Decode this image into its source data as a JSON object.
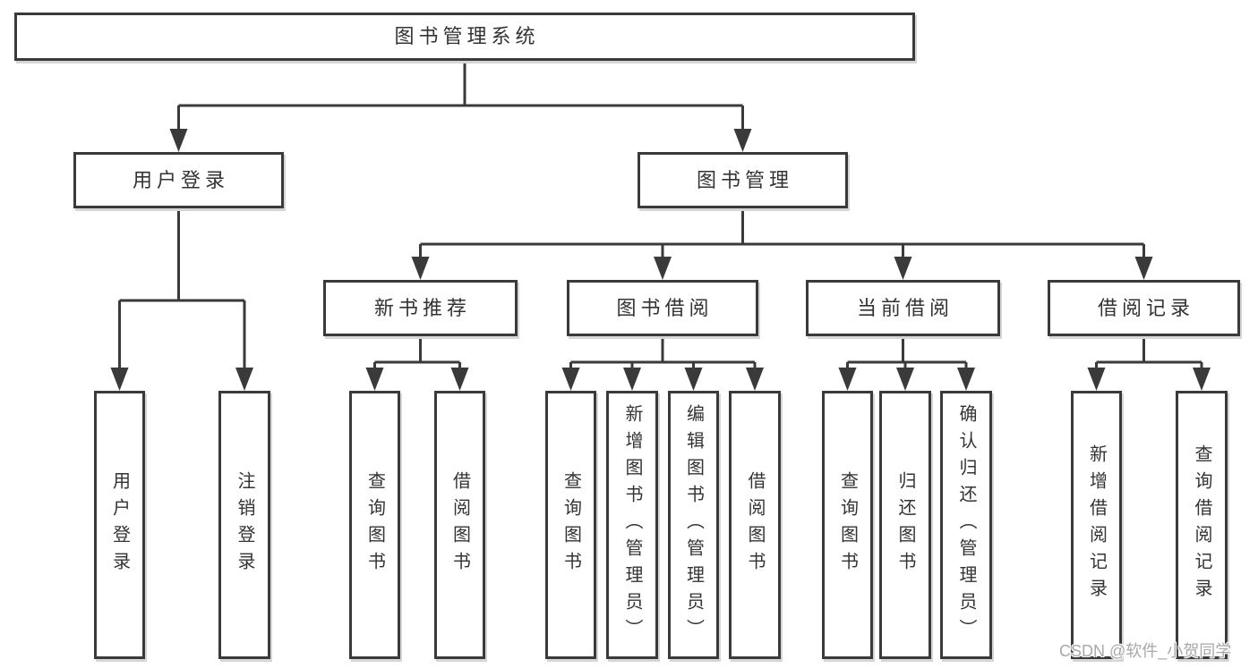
{
  "diagram_title": "图书管理系统",
  "nodes": {
    "root": {
      "label": "图书管理系统"
    },
    "user_login": {
      "label": "用户登录"
    },
    "book_mgmt": {
      "label": "图书管理"
    },
    "new_book_rec": {
      "label": "新书推荐"
    },
    "book_borrow": {
      "label": "图书借阅"
    },
    "current_borrow": {
      "label": "当前借阅"
    },
    "borrow_record": {
      "label": "借阅记录"
    },
    "leaf_user_login": {
      "label": "用户登录"
    },
    "leaf_logout": {
      "label": "注销登录"
    },
    "leaf_nbr_query": {
      "label": "查询图书"
    },
    "leaf_nbr_borrow": {
      "label": "借阅图书"
    },
    "leaf_bb_query": {
      "label": "查询图书"
    },
    "leaf_bb_add": {
      "label": "新增图书（管理员）"
    },
    "leaf_bb_edit": {
      "label": "编辑图书（管理员）"
    },
    "leaf_bb_borrow": {
      "label": "借阅图书"
    },
    "leaf_cb_query": {
      "label": "查询图书"
    },
    "leaf_cb_return": {
      "label": "归还图书"
    },
    "leaf_cb_confirm": {
      "label": "确认归还（管理员）"
    },
    "leaf_br_add": {
      "label": "新增借阅记录"
    },
    "leaf_br_query": {
      "label": "查询借阅记录"
    }
  },
  "hierarchy": {
    "root": "图书管理系统",
    "children": {
      "用户登录": [
        "用户登录",
        "注销登录"
      ],
      "图书管理": {
        "新书推荐": [
          "查询图书",
          "借阅图书"
        ],
        "图书借阅": [
          "查询图书",
          "新增图书（管理员）",
          "编辑图书（管理员）",
          "借阅图书"
        ],
        "当前借阅": [
          "查询图书",
          "归还图书",
          "确认归还（管理员）"
        ],
        "借阅记录": [
          "新增借阅记录",
          "查询借阅记录"
        ]
      }
    }
  },
  "watermark": {
    "text": "CSDN @软件_小贺同学"
  },
  "colors": {
    "line": "#3a3a3a",
    "text": "#333333",
    "watermark_text": "#a8a8a8",
    "background": "#ffffff"
  }
}
